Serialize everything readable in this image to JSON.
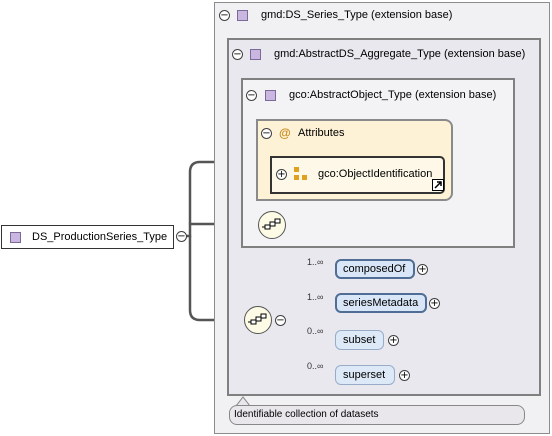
{
  "root": {
    "label": "DS_ProductionSeries_Type"
  },
  "panels": {
    "series": {
      "title": "gmd:DS_Series_Type (extension base)"
    },
    "aggregate": {
      "title": "gmd:AbstractDS_Aggregate_Type (extension base)"
    },
    "object": {
      "title": "gco:AbstractObject_Type (extension base)"
    }
  },
  "attributes": {
    "title": "Attributes",
    "at_symbol": "@",
    "group_label": "gco:ObjectIdentification"
  },
  "elements": [
    {
      "label": "composedOf",
      "cardinality": "1..∞",
      "optional": false
    },
    {
      "label": "seriesMetadata",
      "cardinality": "1..∞",
      "optional": false
    },
    {
      "label": "subset",
      "cardinality": "0..∞",
      "optional": true
    },
    {
      "label": "superset",
      "cardinality": "0..∞",
      "optional": true
    }
  ],
  "doc": {
    "text": "Identifiable collection of datasets"
  },
  "glyphs": {
    "collapse": "−",
    "expand": "+"
  },
  "icons": {
    "type_icon": "complex-type-icon",
    "sequence_icon": "sequence-compositor-icon",
    "group_icon": "attribute-group-icon",
    "link_icon": "jump-link-icon"
  }
}
